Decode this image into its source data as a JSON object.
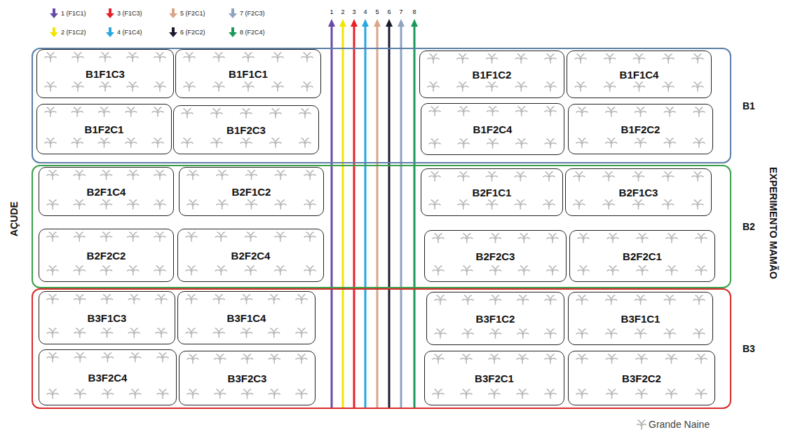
{
  "diagram": {
    "nodes": [
      {
        "text": [
          "B1"
        ]
      },
      {
        "text": [
          "B1F1C3"
        ],
        "in": 0
      },
      {
        "text": [
          "B1F1C1"
        ],
        "in": 0
      },
      {
        "text": [
          "B1F1C2"
        ],
        "in": 0
      },
      {
        "text": [
          "B1F1C4"
        ],
        "in": 0
      },
      {
        "text": [
          "B1F2C1"
        ],
        "in": 0
      },
      {
        "text": [
          "B1F2C3"
        ],
        "in": 0
      },
      {
        "text": [
          "B1F2C4"
        ],
        "in": 0
      },
      {
        "text": [
          "B1F2C2"
        ],
        "in": 0
      },
      {
        "text": [
          "B2"
        ]
      },
      {
        "text": [
          "B2F1C4"
        ],
        "in": 9
      },
      {
        "text": [
          "B2F1C2"
        ],
        "in": 9
      },
      {
        "text": [
          "B2F1C1"
        ],
        "in": 9
      },
      {
        "text": [
          "B2F1C3"
        ],
        "in": 9
      },
      {
        "text": [
          "B2F2C2"
        ],
        "in": 9
      },
      {
        "text": [
          "B2F2C4"
        ],
        "in": 9
      },
      {
        "text": [
          "B2F2C3"
        ],
        "in": 9
      },
      {
        "text": [
          "B2F2C1"
        ],
        "in": 9
      },
      {
        "text": [
          "B3"
        ]
      },
      {
        "text": [
          "B3F1C3"
        ],
        "in": 18
      },
      {
        "text": [
          "B3F1C4"
        ],
        "in": 18
      },
      {
        "text": [
          "B3F1C2"
        ],
        "in": 18
      },
      {
        "text": [
          "B3F1C1"
        ],
        "in": 18
      },
      {
        "text": [
          "B3F2C4"
        ],
        "in": 18
      },
      {
        "text": [
          "B3F2C3"
        ],
        "in": 18
      },
      {
        "text": [
          "B3F2C1"
        ],
        "in": 18
      },
      {
        "text": [
          "B3F2C2"
        ],
        "in": 18
      }
    ],
    "labels": [
      "1",
      "2",
      "3",
      "4",
      "5",
      "6",
      "7",
      "8",
      "AÇUDE",
      "EXPERIMENTO MAMÃO"
    ],
    "legend": [
      {
        "text": "1 (F1C1)",
        "color": "#6a4aa8"
      },
      {
        "text": "3 (F1C3)",
        "color": "#e8202a"
      },
      {
        "text": "5 (F2C1)",
        "color": "#d9a68a"
      },
      {
        "text": "7 (F2C3)",
        "color": "#8fa3bf"
      },
      {
        "text": "2 (F1C2)",
        "color": "#f2e600"
      },
      {
        "text": "4 (F1C4)",
        "color": "#29a8e0"
      },
      {
        "text": "6 (F2C2)",
        "color": "#1a1a2e"
      },
      {
        "text": "8 (F2C4)",
        "color": "#1a9a5a"
      },
      {
        "text": "Grande Naine"
      }
    ]
  }
}
